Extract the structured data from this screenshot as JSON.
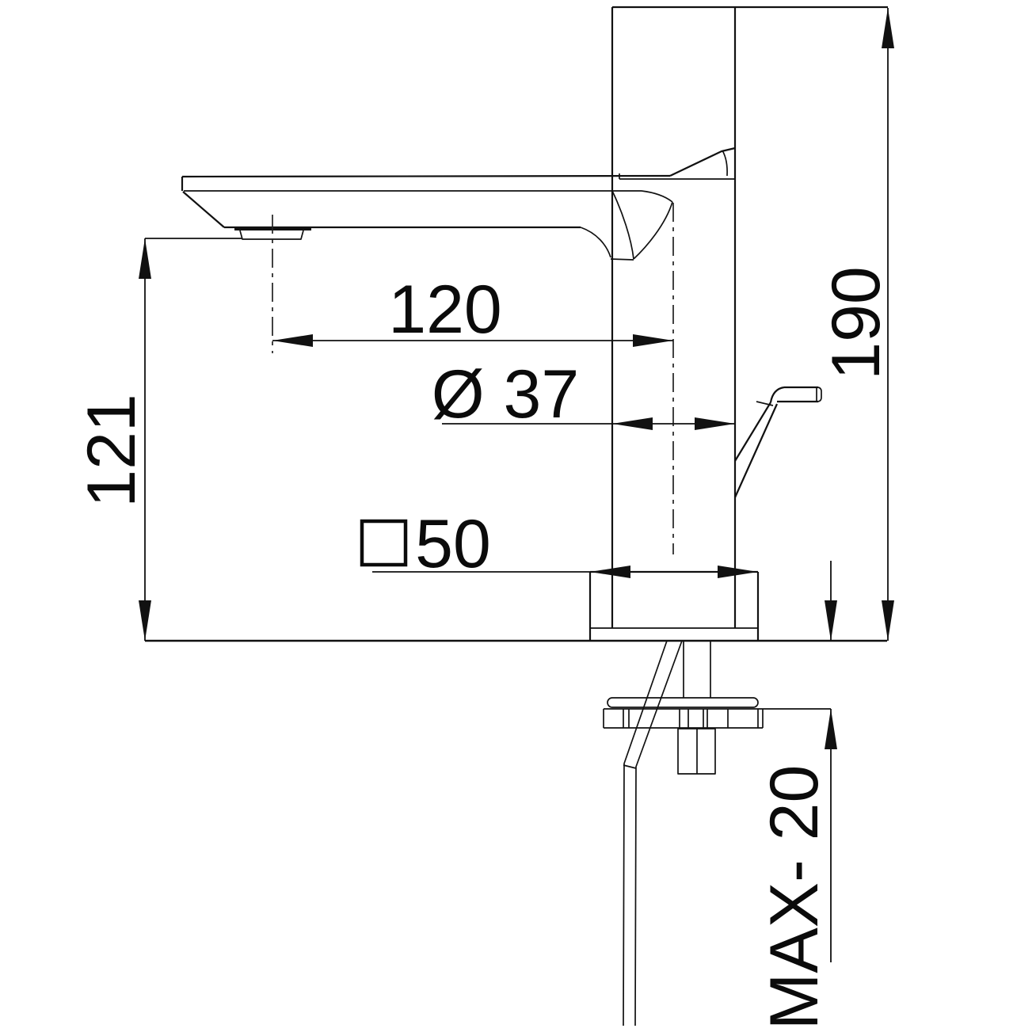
{
  "drawing": {
    "description": "Single-lever basin mixer faucet, side elevation with installation dimensions (mm)",
    "background_color": "#ffffff",
    "line_color": "#111111",
    "dims": {
      "reach": "120",
      "diameter": "Ø 37",
      "outlet_height": "121",
      "base": "50",
      "total_height": "190",
      "max_thickness": "MAX- 20"
    },
    "symbols": {
      "square_symbol": "square (base plate 50×50)",
      "diameter_symbol": "Ø"
    }
  }
}
